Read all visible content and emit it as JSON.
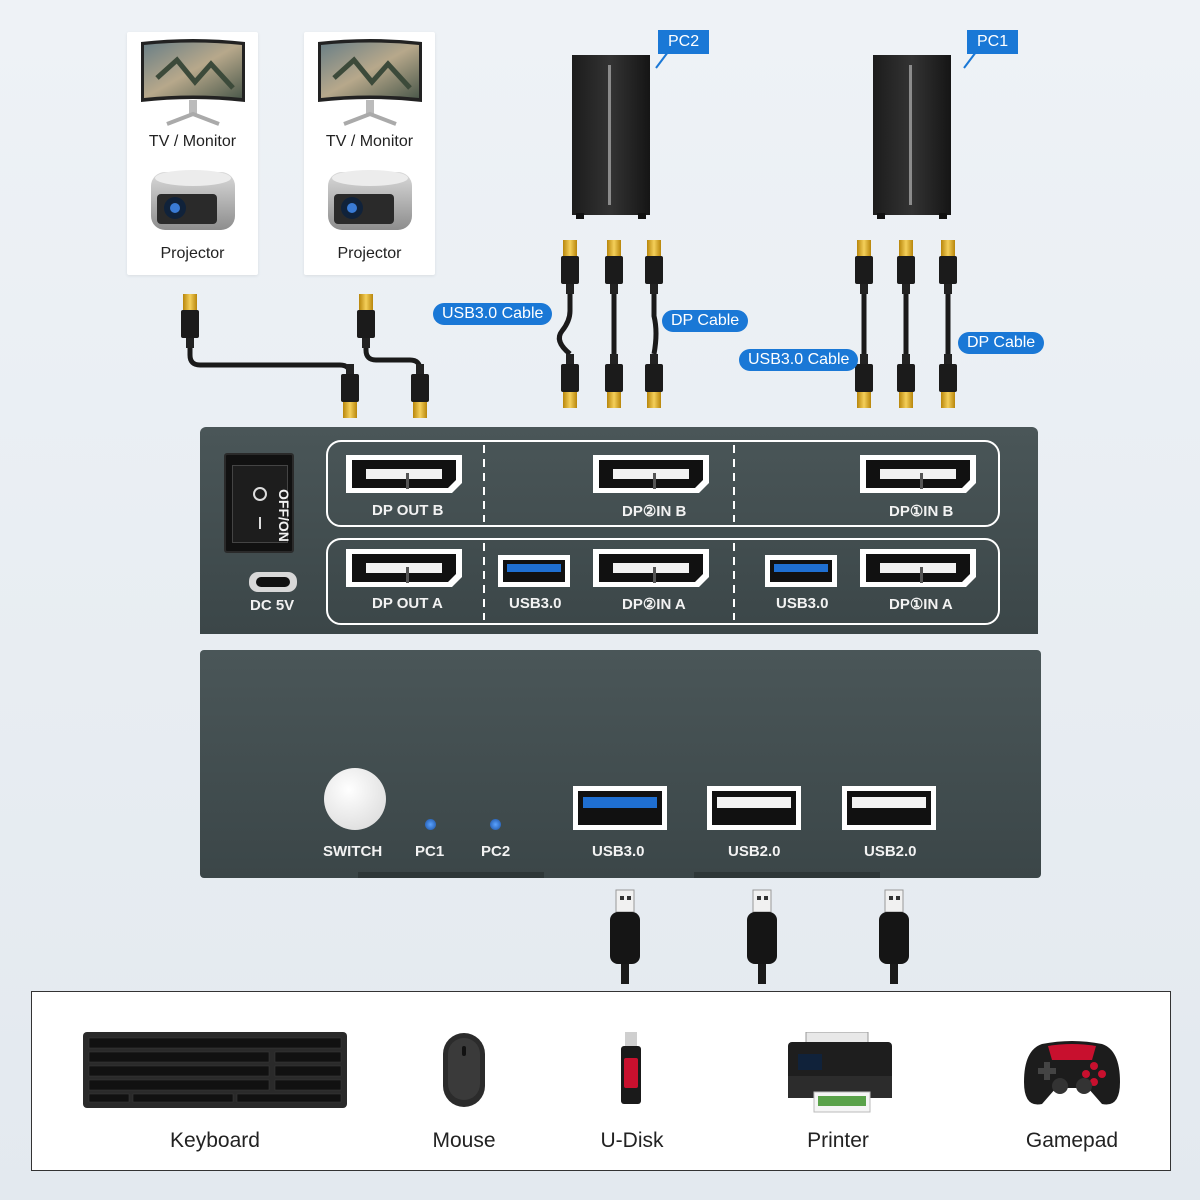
{
  "displays": [
    {
      "monitor_label": "TV / Monitor",
      "projector_label": "Projector"
    },
    {
      "monitor_label": "TV / Monitor",
      "projector_label": "Projector"
    }
  ],
  "pcs": [
    {
      "label": "PC2",
      "usb_cable": "USB3.0 Cable",
      "dp_cable": "DP Cable"
    },
    {
      "label": "PC1",
      "usb_cable": "USB3.0 Cable",
      "dp_cable": "DP Cable"
    }
  ],
  "rear_panel": {
    "power_label": "OFF/ON",
    "dc_label": "DC 5V",
    "ports": {
      "dp_out_b": "DP OUT B",
      "dp2_in_b": "DP②IN B",
      "dp1_in_b": "DP①IN B",
      "dp_out_a": "DP OUT A",
      "usb30_pc2": "USB3.0",
      "dp2_in_a": "DP②IN A",
      "usb30_pc1": "USB3.0",
      "dp1_in_a": "DP①IN A"
    }
  },
  "front_panel": {
    "switch_label": "SWITCH",
    "led_pc1": "PC1",
    "led_pc2": "PC2",
    "usb_ports": [
      "USB3.0",
      "USB2.0",
      "USB2.0"
    ]
  },
  "peripherals": [
    {
      "label": "Keyboard",
      "icon": "keyboard-icon"
    },
    {
      "label": "Mouse",
      "icon": "mouse-icon"
    },
    {
      "label": "U-Disk",
      "icon": "usb-drive-icon"
    },
    {
      "label": "Printer",
      "icon": "printer-icon"
    },
    {
      "label": "Gamepad",
      "icon": "gamepad-icon"
    }
  ],
  "colors": {
    "accent": "#1a78d6",
    "device_body": "#414d4f",
    "usb3_blue": "#1f6fd1"
  }
}
